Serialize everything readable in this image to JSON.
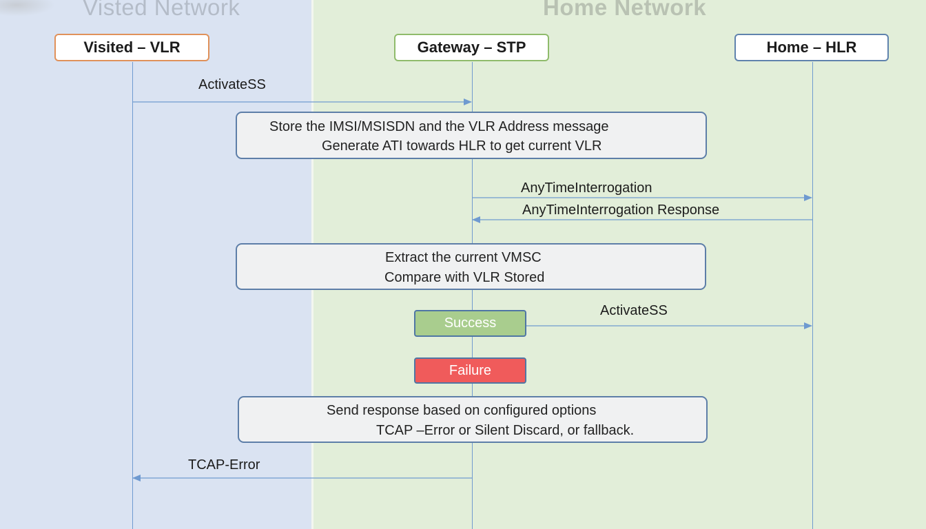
{
  "zones": {
    "visited": "Visted Network",
    "home": "Home Network"
  },
  "actors": {
    "vlr": "Visited – VLR",
    "stp": "Gateway – STP",
    "hlr": "Home – HLR"
  },
  "messages": {
    "activate_ss_1": "ActivateSS",
    "ati": "AnyTimeInterrogation",
    "ati_response": "AnyTimeInterrogation Response",
    "activate_ss_2": "ActivateSS",
    "tcap_error": "TCAP-Error"
  },
  "notes": {
    "store": [
      "Store the IMSI/MSISDN and the VLR Address message",
      "Generate ATI towards HLR to get current VLR"
    ],
    "extract": [
      "Extract the current VMSC",
      "Compare with VLR Stored"
    ],
    "respond": [
      "Send response based on configured options",
      "TCAP –Error or Silent Discard, or fallback."
    ]
  },
  "states": {
    "success": "Success",
    "failure": "Failure"
  },
  "colors": {
    "visited_bg": "#dae3f2",
    "home_bg": "#e2eed9",
    "arrow": "#6f9ad0",
    "success": "#a9cd8e",
    "failure": "#f05b5b"
  }
}
